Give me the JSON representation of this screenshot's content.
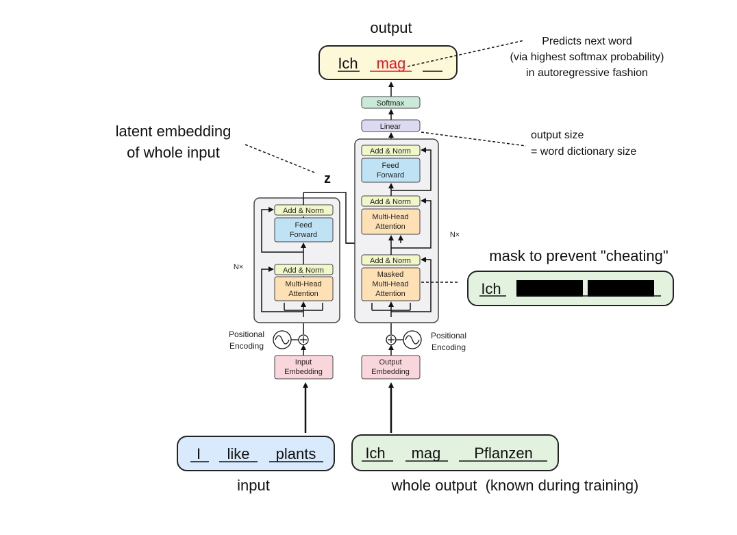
{
  "output": {
    "heading": "output",
    "words": [
      "Ich",
      "mag",
      "___"
    ],
    "note_lines": [
      "Predicts next word",
      "(via highest softmax probability)",
      "in autoregressive fashion"
    ]
  },
  "decoder_head": {
    "softmax": "Softmax",
    "linear": "Linear",
    "linear_note_lines": [
      "output size",
      "= word dictionary size"
    ]
  },
  "latent": {
    "lines": [
      "latent embedding",
      "of whole input"
    ],
    "symbol": "z"
  },
  "encoder": {
    "add_norm": "Add & Norm",
    "feed_forward": [
      "Feed",
      "Forward"
    ],
    "attention": [
      "Multi-Head",
      "Attention"
    ],
    "repeat": "N×",
    "positional_encoding": [
      "Positional",
      "Encoding"
    ],
    "embedding": [
      "Input",
      "Embedding"
    ]
  },
  "decoder": {
    "add_norm": "Add & Norm",
    "feed_forward": [
      "Feed",
      "Forward"
    ],
    "cross_attention": [
      "Multi-Head",
      "Attention"
    ],
    "masked_attention": [
      "Masked",
      "Multi-Head",
      "Attention"
    ],
    "repeat": "N×",
    "positional_encoding": [
      "Positional",
      "Encoding"
    ],
    "embedding": [
      "Output",
      "Embedding"
    ]
  },
  "mask": {
    "label": "mask to prevent \"cheating\"",
    "word": "Ich"
  },
  "input": {
    "words": [
      "I",
      "like",
      "plants"
    ],
    "caption": "input"
  },
  "target": {
    "words": [
      "Ich",
      "mag",
      "Pflanzen"
    ],
    "caption": "whole output  (known during training)"
  },
  "colors": {
    "add_norm": "#f2f7c9",
    "feed_forward": "#bfe3f5",
    "attention": "#fde0b3",
    "softmax": "#c9ead8",
    "linear": "#dcdaf0",
    "embedding": "#f9d6db",
    "stack": "#f1f1f3",
    "output_box": "#fdf8d8",
    "input_box": "#d8eafb",
    "target_box": "#e3f1df",
    "highlight": "#e8141e"
  }
}
